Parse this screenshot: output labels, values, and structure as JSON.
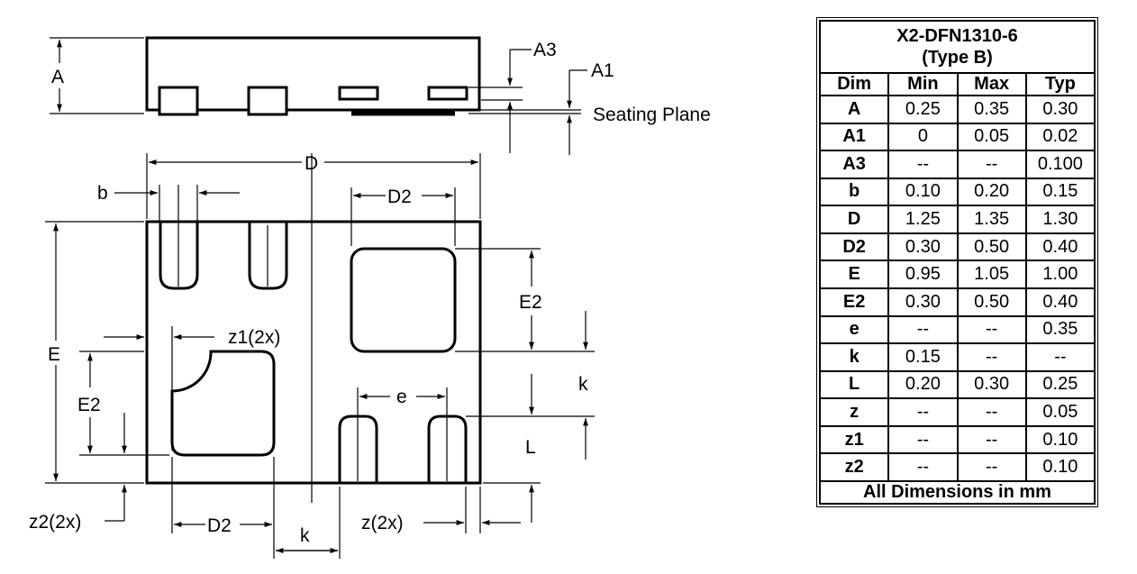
{
  "drawing": {
    "side_view_labels": {
      "A": "A",
      "A3": "A3",
      "A1": "A1",
      "seating_plane": "Seating Plane"
    },
    "bottom_view_labels": {
      "D": "D",
      "b": "b",
      "D2_top": "D2",
      "E": "E",
      "E2_right": "E2",
      "z1": "z1(2x)",
      "E2_left": "E2",
      "e": "e",
      "k_right": "k",
      "L": "L",
      "z2": "z2(2x)",
      "D2_bottom": "D2",
      "k_bottom": "k",
      "z": "z(2x)"
    }
  },
  "table": {
    "title_line1": "X2-DFN1310-6",
    "title_line2": "(Type B)",
    "headers": [
      "Dim",
      "Min",
      "Max",
      "Typ"
    ],
    "rows": [
      [
        "A",
        "0.25",
        "0.35",
        "0.30"
      ],
      [
        "A1",
        "0",
        "0.05",
        "0.02"
      ],
      [
        "A3",
        "--",
        "--",
        "0.100"
      ],
      [
        "b",
        "0.10",
        "0.20",
        "0.15"
      ],
      [
        "D",
        "1.25",
        "1.35",
        "1.30"
      ],
      [
        "D2",
        "0.30",
        "0.50",
        "0.40"
      ],
      [
        "E",
        "0.95",
        "1.05",
        "1.00"
      ],
      [
        "E2",
        "0.30",
        "0.50",
        "0.40"
      ],
      [
        "e",
        "--",
        "--",
        "0.35"
      ],
      [
        "k",
        "0.15",
        "--",
        "--"
      ],
      [
        "L",
        "0.20",
        "0.30",
        "0.25"
      ],
      [
        "z",
        "--",
        "--",
        "0.05"
      ],
      [
        "z1",
        "--",
        "--",
        "0.10"
      ],
      [
        "z2",
        "--",
        "--",
        "0.10"
      ]
    ],
    "footer": "All Dimensions in mm"
  }
}
